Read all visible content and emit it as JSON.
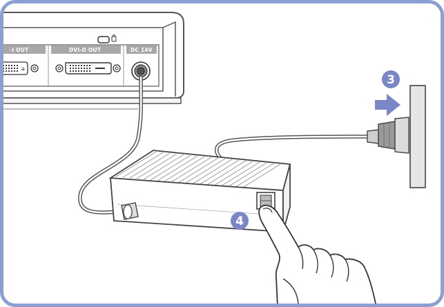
{
  "ports": {
    "hdmi_partial": "-I OUT",
    "dvi": "DVI-D OUT",
    "dc": "DC 14V"
  },
  "steps": {
    "plug_wall": "3",
    "press_switch": "4"
  },
  "colors": {
    "frame": "#8b9fd3",
    "step_badge": "#7a86c6",
    "arrow": "#7a86c6"
  }
}
